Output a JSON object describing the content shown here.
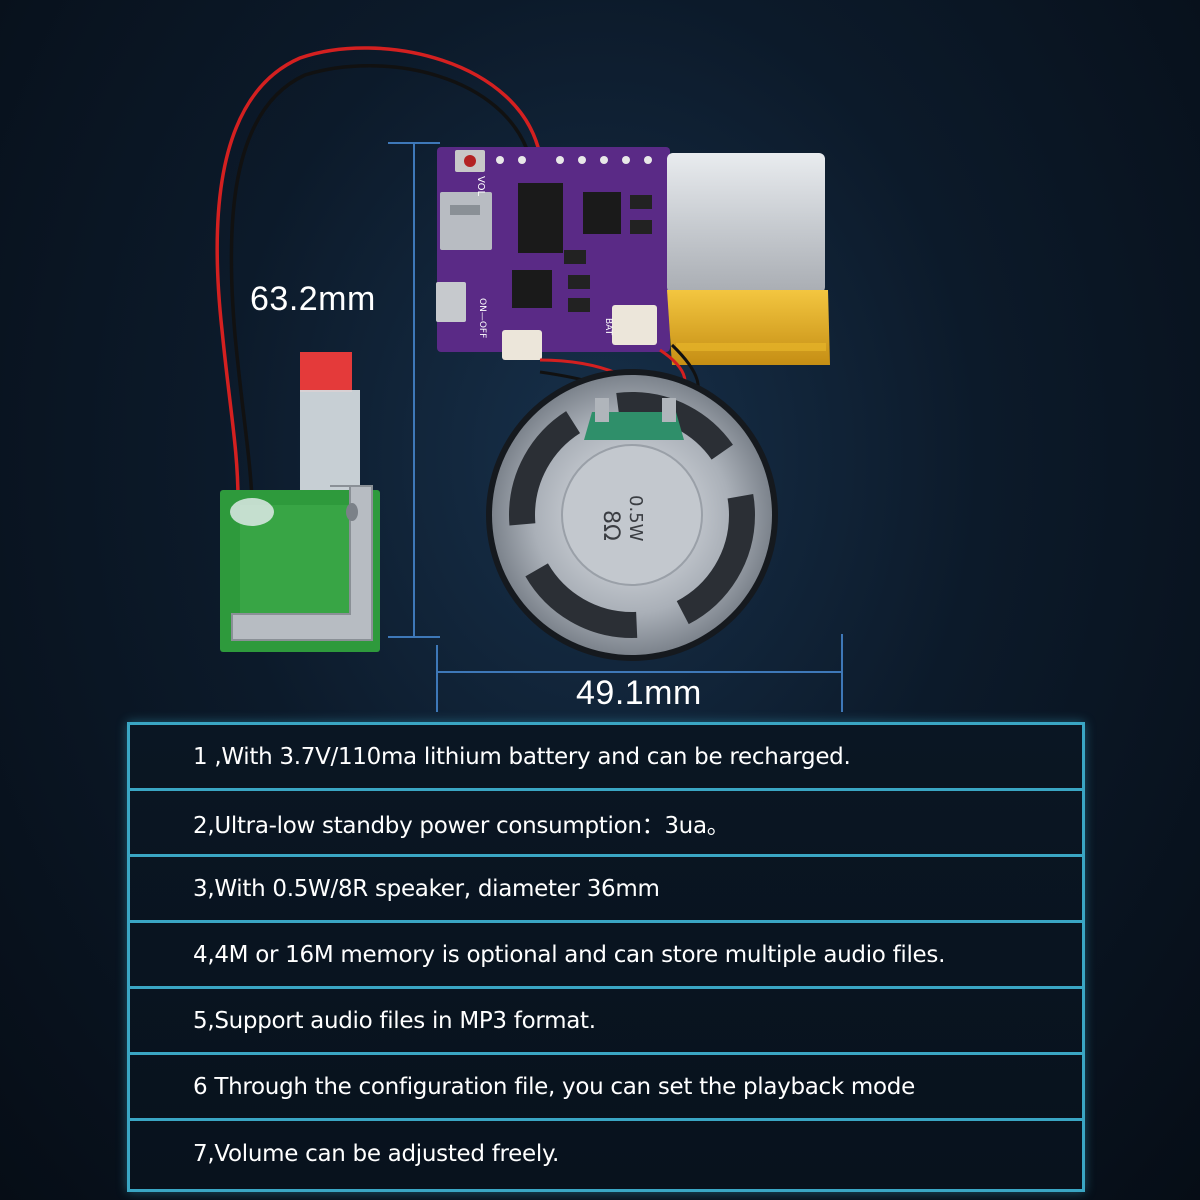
{
  "dimensions": {
    "height_label": "63.2mm",
    "width_label": "49.1mm"
  },
  "speaker": {
    "ohm_label": "8Ω",
    "watt_label": "0.5W"
  },
  "pcb_silkscreen": {
    "vol": "VOL",
    "bat": "BAT",
    "on_off": "ON—OFF"
  },
  "features": [
    "1 ,With 3.7V/110ma lithium battery and can be recharged.",
    "2,Ultra-low standby power consumption：3ua。",
    "3,With 0.5W/8R speaker, diameter 36mm",
    "4,4M or 16M memory is optional and can store multiple audio files.",
    "5,Support audio files in MP3 format.",
    "6 Through the configuration file, you can set the playback mode",
    "7,Volume can be adjusted freely."
  ],
  "colors": {
    "accent_border": "#3aa6c4",
    "pcb_purple": "#5a2a86",
    "battery_yellow": "#e7b52a",
    "sensor_green": "#2e9a3c"
  }
}
